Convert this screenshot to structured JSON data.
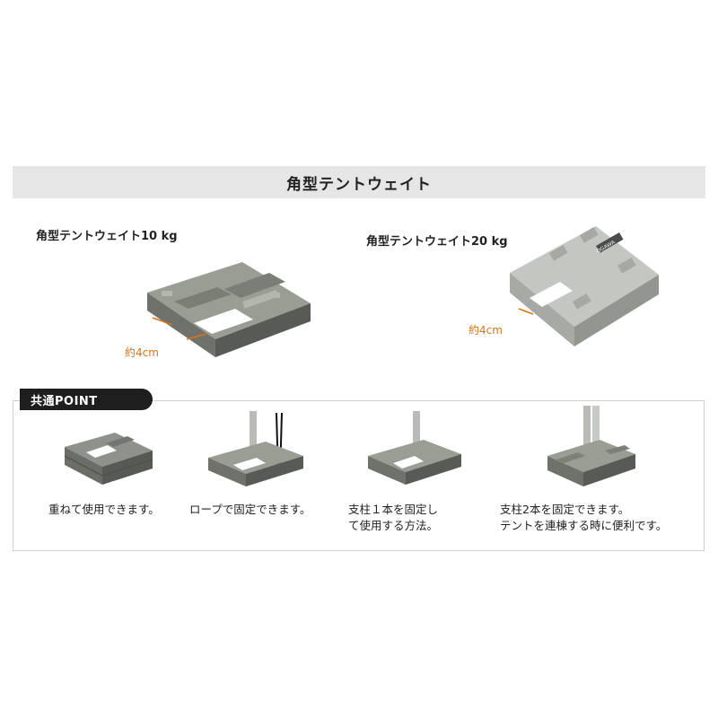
{
  "section_title": "角型テントウェイト",
  "products": [
    {
      "title": "角型テントウェイト10 kg",
      "dimension": "約4cm"
    },
    {
      "title": "角型テントウェイト20 kg",
      "dimension": "約4cm",
      "brand_mark": "OGAWA"
    }
  ],
  "common_point": {
    "label": "共通POINT",
    "features": [
      {
        "line1": "重ねて使用できます。",
        "line2": ""
      },
      {
        "line1": "ロープで固定できます。",
        "line2": ""
      },
      {
        "line1": "支柱１本を固定し",
        "line2": "て使用する方法。"
      },
      {
        "line1": "支柱2本を固定できます。",
        "line2": "テントを連棟する時に便利です。"
      }
    ]
  },
  "colors": {
    "banner_bg": "#e6e6e6",
    "dimension_orange": "#d9741a",
    "tab_bg": "#1e1e1e",
    "weight_dark": "#8a8d85",
    "weight_light": "#c8cbc6"
  }
}
